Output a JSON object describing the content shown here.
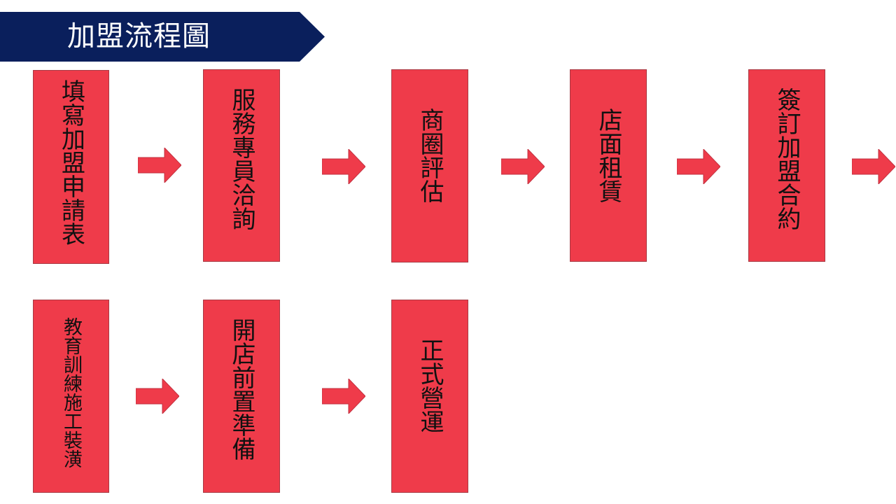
{
  "title": "加盟流程圖",
  "colors": {
    "banner": "#0a1f5c",
    "step_fill": "#ef3b4a",
    "step_border": "#a83a44",
    "arrow": "#ef3b4a",
    "text": "#111111"
  },
  "steps": [
    {
      "label": "填寫加盟申請表"
    },
    {
      "label": "服務專員洽詢"
    },
    {
      "label": "商圈評估"
    },
    {
      "label": "店面租賃"
    },
    {
      "label": "簽訂加盟合約"
    },
    {
      "label": "教育訓練施工裝潢"
    },
    {
      "label": "開店前置準備"
    },
    {
      "label": "正式營運"
    }
  ]
}
